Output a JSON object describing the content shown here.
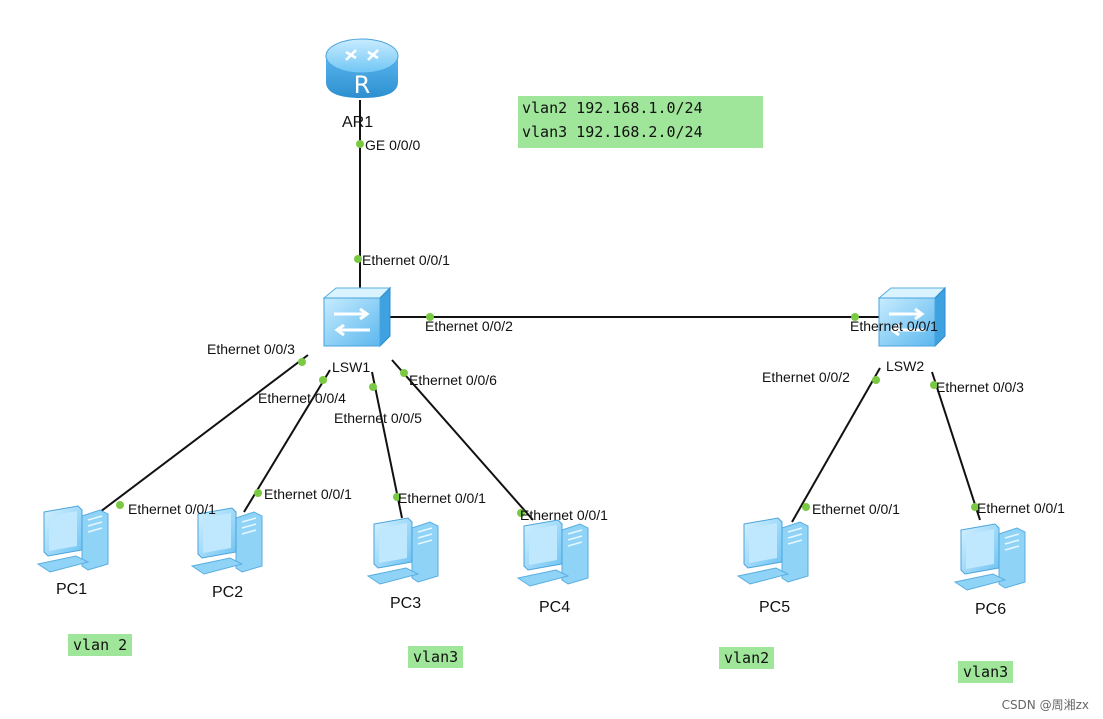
{
  "info_box": {
    "line1": "vlan2 192.168.1.0/24",
    "line2": "vlan3 192.168.2.0/24"
  },
  "devices": {
    "ar1": "AR1",
    "lsw1": "LSW1",
    "lsw2": "LSW2",
    "pc1": "PC1",
    "pc2": "PC2",
    "pc3": "PC3",
    "pc4": "PC4",
    "pc5": "PC5",
    "pc6": "PC6"
  },
  "ports": {
    "ar1_ge": "GE 0/0/0",
    "lsw1_e1": "Ethernet 0/0/1",
    "lsw1_e2": "Ethernet 0/0/2",
    "lsw1_e3": "Ethernet 0/0/3",
    "lsw1_e4": "Ethernet 0/0/4",
    "lsw1_e5": "Ethernet 0/0/5",
    "lsw1_e6": "Ethernet 0/0/6",
    "lsw2_e1": "Ethernet 0/0/1",
    "lsw2_e2": "Ethernet 0/0/2",
    "lsw2_e3": "Ethernet 0/0/3",
    "pc1_e1": "Ethernet 0/0/1",
    "pc2_e1": "Ethernet 0/0/1",
    "pc3_e1": "Ethernet 0/0/1",
    "pc4_e1": "Ethernet 0/0/1",
    "pc5_e1": "Ethernet 0/0/1",
    "pc6_e1": "Ethernet 0/0/1"
  },
  "vlan_tags": {
    "group1": "vlan 2",
    "group2": "vlan3",
    "group3": "vlan2",
    "group4": "vlan3"
  },
  "watermark": "CSDN @周湘zx",
  "colors": {
    "tag_bg": "#9fe59a",
    "port_dot": "#7ac943",
    "link": "#111111",
    "device_blue": "#6fc6f5"
  }
}
